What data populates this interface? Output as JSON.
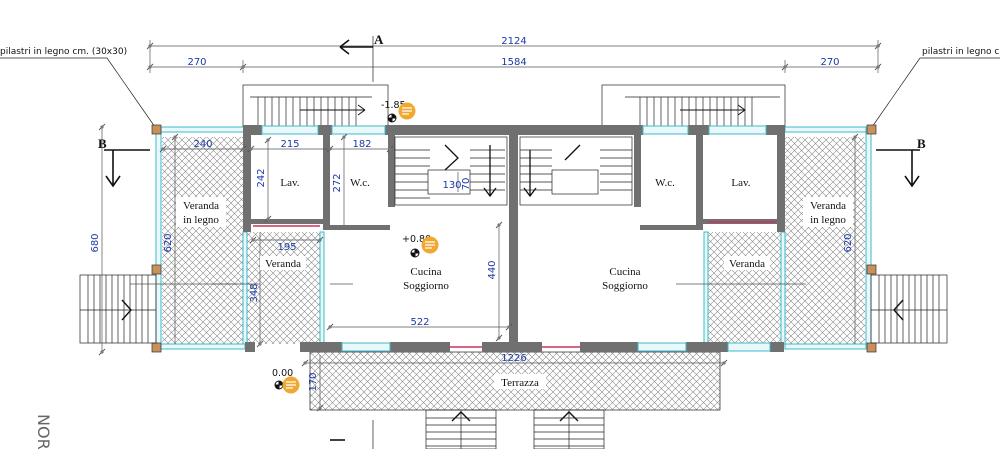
{
  "dimensions": {
    "total_width": "2124",
    "left_bay": "270",
    "center_bay": "1584",
    "right_bay": "270",
    "veranda_width_left": "240",
    "lav_width": "215",
    "wc_width": "182",
    "lav_depth": "242",
    "wc_depth": "272",
    "stair_landing": "130",
    "stair_small": "70",
    "height_680": "680",
    "veranda_height_left": "620",
    "veranda_height_right": "620",
    "small_veranda_width": "195",
    "small_veranda_height": "348",
    "kitchen_depth": "440",
    "kitchen_width": "522",
    "terrace_width": "1226",
    "terrace_depth": "170"
  },
  "notes": {
    "pillar_left": "pilastri in legno cm. (30x30)",
    "pillar_right": "pilastri in legno cm."
  },
  "elevations": {
    "stair_top": "-1.85",
    "kitchen": "+0.80",
    "ground": "0.00"
  },
  "rooms": {
    "veranda_legno_left": [
      "Veranda",
      "in legno"
    ],
    "veranda_legno_right": [
      "Veranda",
      "in legno"
    ],
    "veranda_left": "Veranda",
    "veranda_right": "Veranda",
    "lav_left": "Lav.",
    "lav_right": "Lav.",
    "wc_left": "W.c.",
    "wc_right": "W.c.",
    "cucina_left": [
      "Cucina",
      "Soggiorno"
    ],
    "cucina_right": [
      "Cucina",
      "Soggiorno"
    ],
    "terrazza": "Terrazza"
  },
  "section_marks": {
    "a_top": "A",
    "b_left": "B",
    "b_right": "B"
  },
  "compass": {
    "label": "NOR"
  },
  "colors": {
    "wall": "#707070",
    "dimension_text": "#1a3aa8",
    "window_glass": "#3fb8c9",
    "hatch": "#8a8a8a",
    "marker": "#f0a830",
    "door_red": "#d0305a"
  },
  "icons": {
    "elevation_marker": "elevation-marker-icon",
    "comment_bubble": "comment-bubble-icon",
    "section_arrow": "section-arrow-icon",
    "stair_arrow": "stair-direction-arrow-icon"
  }
}
